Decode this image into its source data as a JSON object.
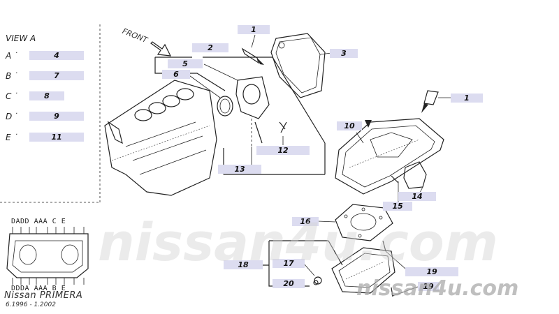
{
  "view": {
    "title": "VIEW A",
    "rows": [
      {
        "letter": "A",
        "part": "4"
      },
      {
        "letter": "B",
        "part": "7"
      },
      {
        "letter": "C",
        "part": "8"
      },
      {
        "letter": "D",
        "part": "9"
      },
      {
        "letter": "E",
        "part": "11"
      }
    ]
  },
  "view_a_letters": {
    "top": "DADD AAA C E",
    "bottom": "DDDA AAA B E"
  },
  "diagram": {
    "front_label": "FRONT",
    "part_labels": [
      "1",
      "2",
      "3",
      "5",
      "6",
      "1",
      "10",
      "12",
      "13",
      "14",
      "15",
      "16",
      "17",
      "18",
      "19",
      "19",
      "20"
    ]
  },
  "footer": {
    "model": "Nissan PRIMERA",
    "date_range": "6.1996 - 1.2002"
  },
  "watermark": {
    "text": "nissan4u.com",
    "center_text": "nissan4u.com"
  },
  "colors": {
    "label_bg": "#dcdcf0",
    "line": "#222222",
    "watermark": "#bebebe"
  }
}
